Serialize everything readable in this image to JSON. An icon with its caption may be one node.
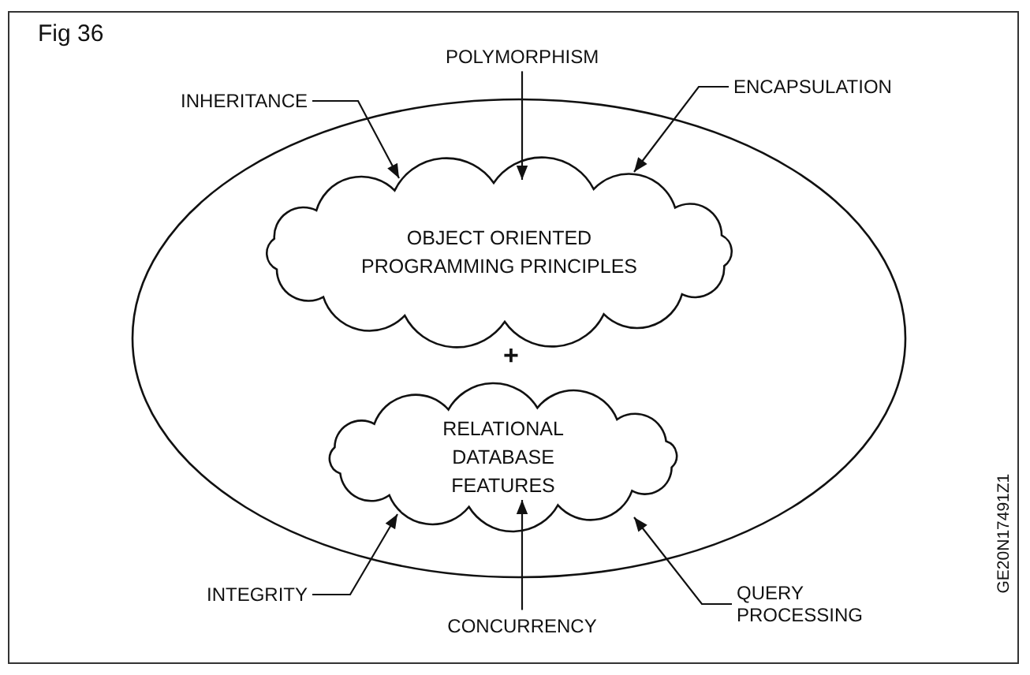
{
  "diagram": {
    "title": "Fig 36",
    "nodes": [
      {
        "text": [],
        "shape": "ellipse"
      },
      {
        "text": [
          "OBJECT ORIENTED PROGRAMMING PRINCIPLES"
        ],
        "in": 0
      },
      {
        "text": [
          "RELATIONAL DATABASE FEATURES"
        ],
        "in": 0
      },
      {
        "text": [
          "INHERITANCE"
        ]
      },
      {
        "text": [
          "POLYMORPHISM"
        ]
      },
      {
        "text": [
          "ENCAPSULATION"
        ]
      },
      {
        "text": [
          "INTEGRITY"
        ]
      },
      {
        "text": [
          "CONCURRENCY"
        ]
      },
      {
        "text": [
          "QUERY PROCESSING"
        ]
      }
    ],
    "edges": [
      {
        "from": 3,
        "to": 1,
        "arrow": "to"
      },
      {
        "from": 4,
        "to": 1,
        "arrow": "to"
      },
      {
        "from": 5,
        "to": 1,
        "arrow": "to"
      },
      {
        "from": 6,
        "to": 2,
        "arrow": "to"
      },
      {
        "from": 7,
        "to": 2,
        "arrow": "to"
      },
      {
        "from": 8,
        "to": 2,
        "arrow": "to"
      }
    ],
    "labels": [
      "+",
      "GE20N17491Z1"
    ]
  }
}
